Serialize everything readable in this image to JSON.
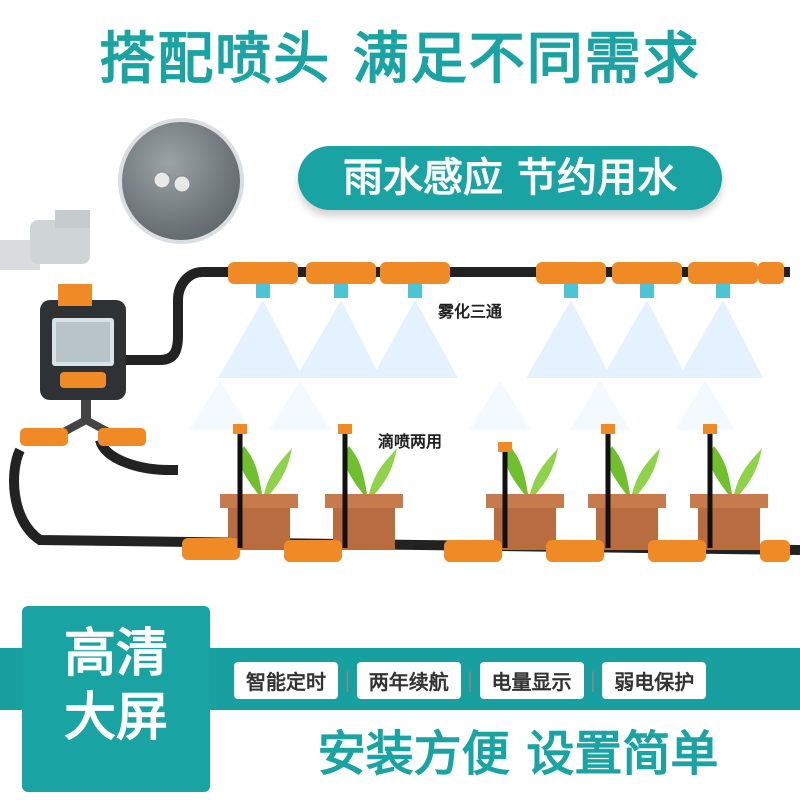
{
  "headline": "搭配喷头 满足不同需求",
  "subheadline": "雨水感应 节约用水",
  "labels": {
    "mist_tee": "雾化三通",
    "dual_use": "滴喷两用"
  },
  "left_badge": {
    "line1": "高清",
    "line2": "大屏"
  },
  "features": [
    "智能定时",
    "两年续航",
    "电量显示",
    "弱电保护"
  ],
  "slogan": "安装方便 设置简单",
  "colors": {
    "teal": "#1aa3a3",
    "orange": "#f08a24",
    "hose": "#222222",
    "spray": "#cfe8ff",
    "pot": "#b86c3f",
    "plant": "#6fbf2f"
  },
  "icons": {
    "faucet": "faucet-icon",
    "timer": "water-timer-icon",
    "sensor": "rain-sensor-icon"
  }
}
